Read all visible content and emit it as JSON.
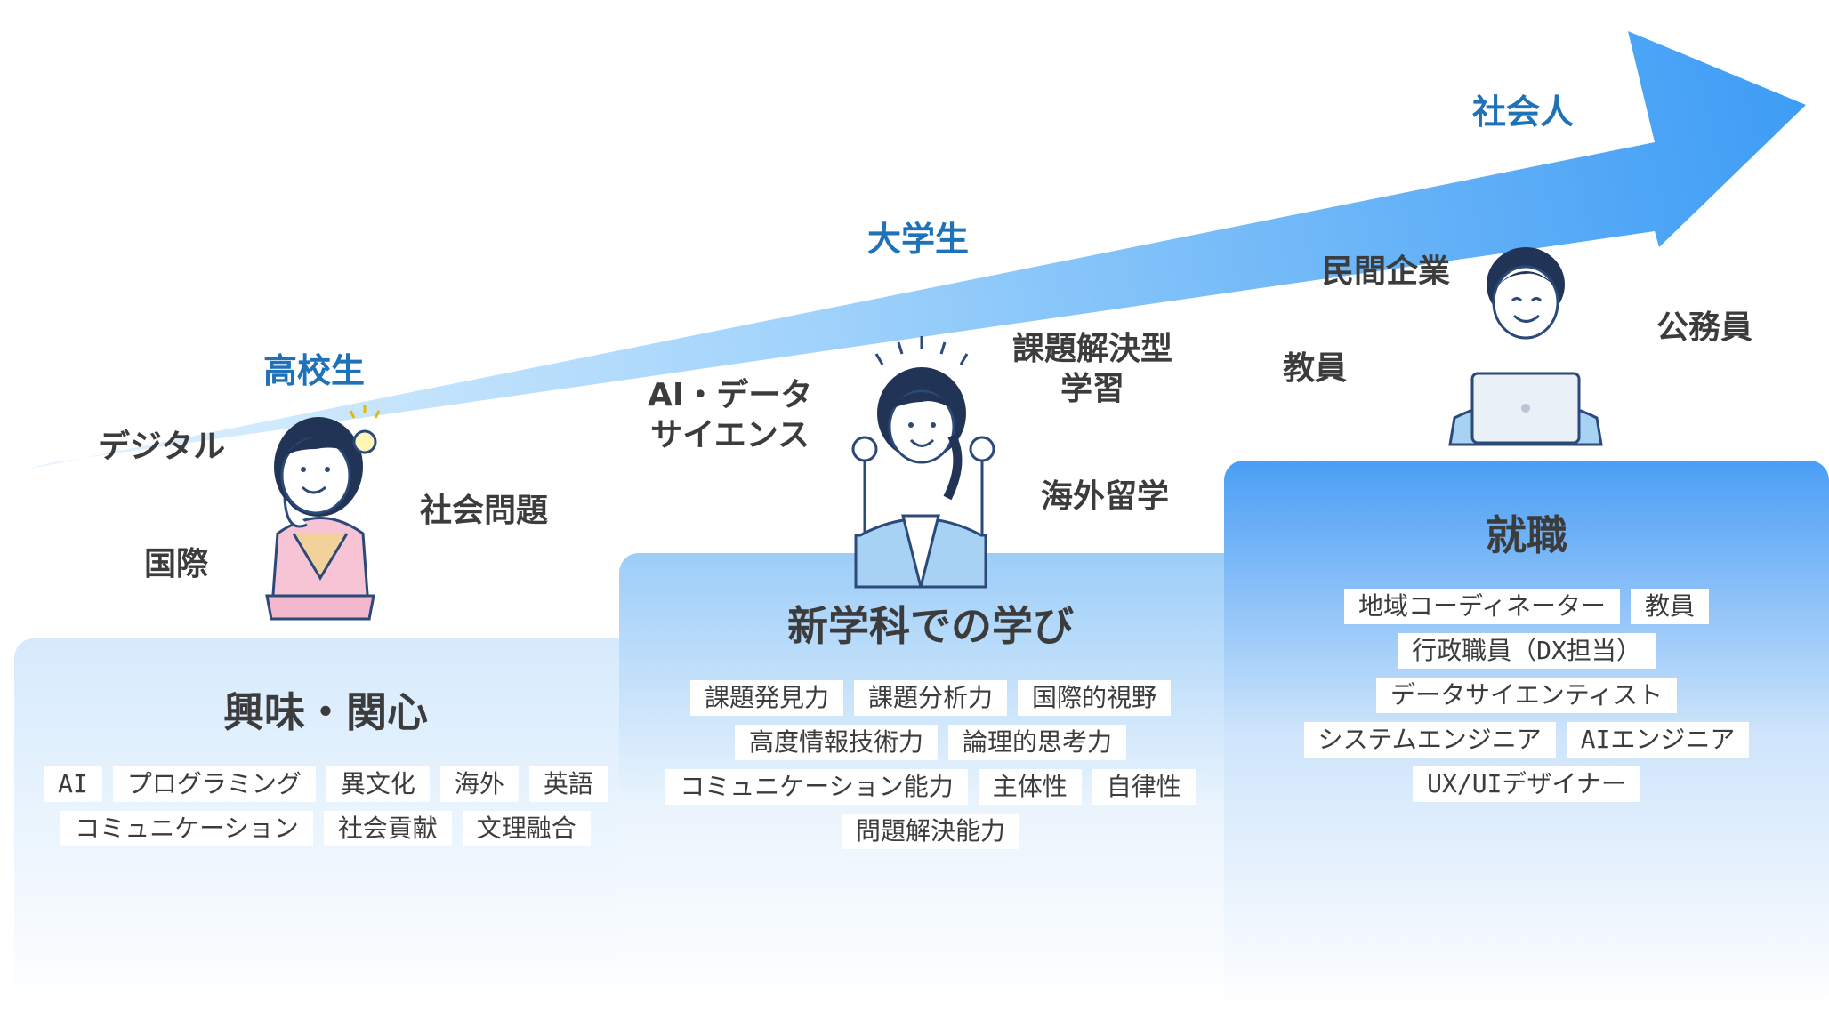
{
  "stages": {
    "high_school": "高校生",
    "university": "大学生",
    "worker": "社会人"
  },
  "high_school_keywords": {
    "digital": "デジタル",
    "international": "国際",
    "social_issues": "社会問題"
  },
  "university_keywords": {
    "ai_data_line1": "AI・データ",
    "ai_data_line2": "サイエンス",
    "pbl_line1": "課題解決型",
    "pbl_line2": "学習",
    "study_abroad": "海外留学"
  },
  "worker_keywords": {
    "private_company": "民間企業",
    "teacher": "教員",
    "civil_servant": "公務員"
  },
  "block_interest": {
    "title": "興味・関心",
    "tags": [
      "AI",
      "プログラミング",
      "異文化",
      "海外",
      "英語",
      "コミュニケーション",
      "社会貢献",
      "文理融合"
    ]
  },
  "block_learning": {
    "title": "新学科での学び",
    "tags": [
      "課題発見力",
      "課題分析力",
      "国際的視野",
      "高度情報技術力",
      "論理的思考力",
      "コミュニケーション能力",
      "主体性",
      "自律性",
      "問題解決能力"
    ]
  },
  "block_career": {
    "title": "就職",
    "tags": [
      "地域コーディネーター",
      "教員",
      "行政職員（DX担当）",
      "データサイエンティスト",
      "システムエンジニア",
      "AIエンジニア",
      "UX/UIデザイナー"
    ]
  },
  "colors": {
    "stage_label": "#1f72b8",
    "arrow_light": "#d4ecfd",
    "arrow_dark": "#4aa6f6",
    "block_blue": "#4ca0f5",
    "block_light": "#cfe6fc"
  }
}
